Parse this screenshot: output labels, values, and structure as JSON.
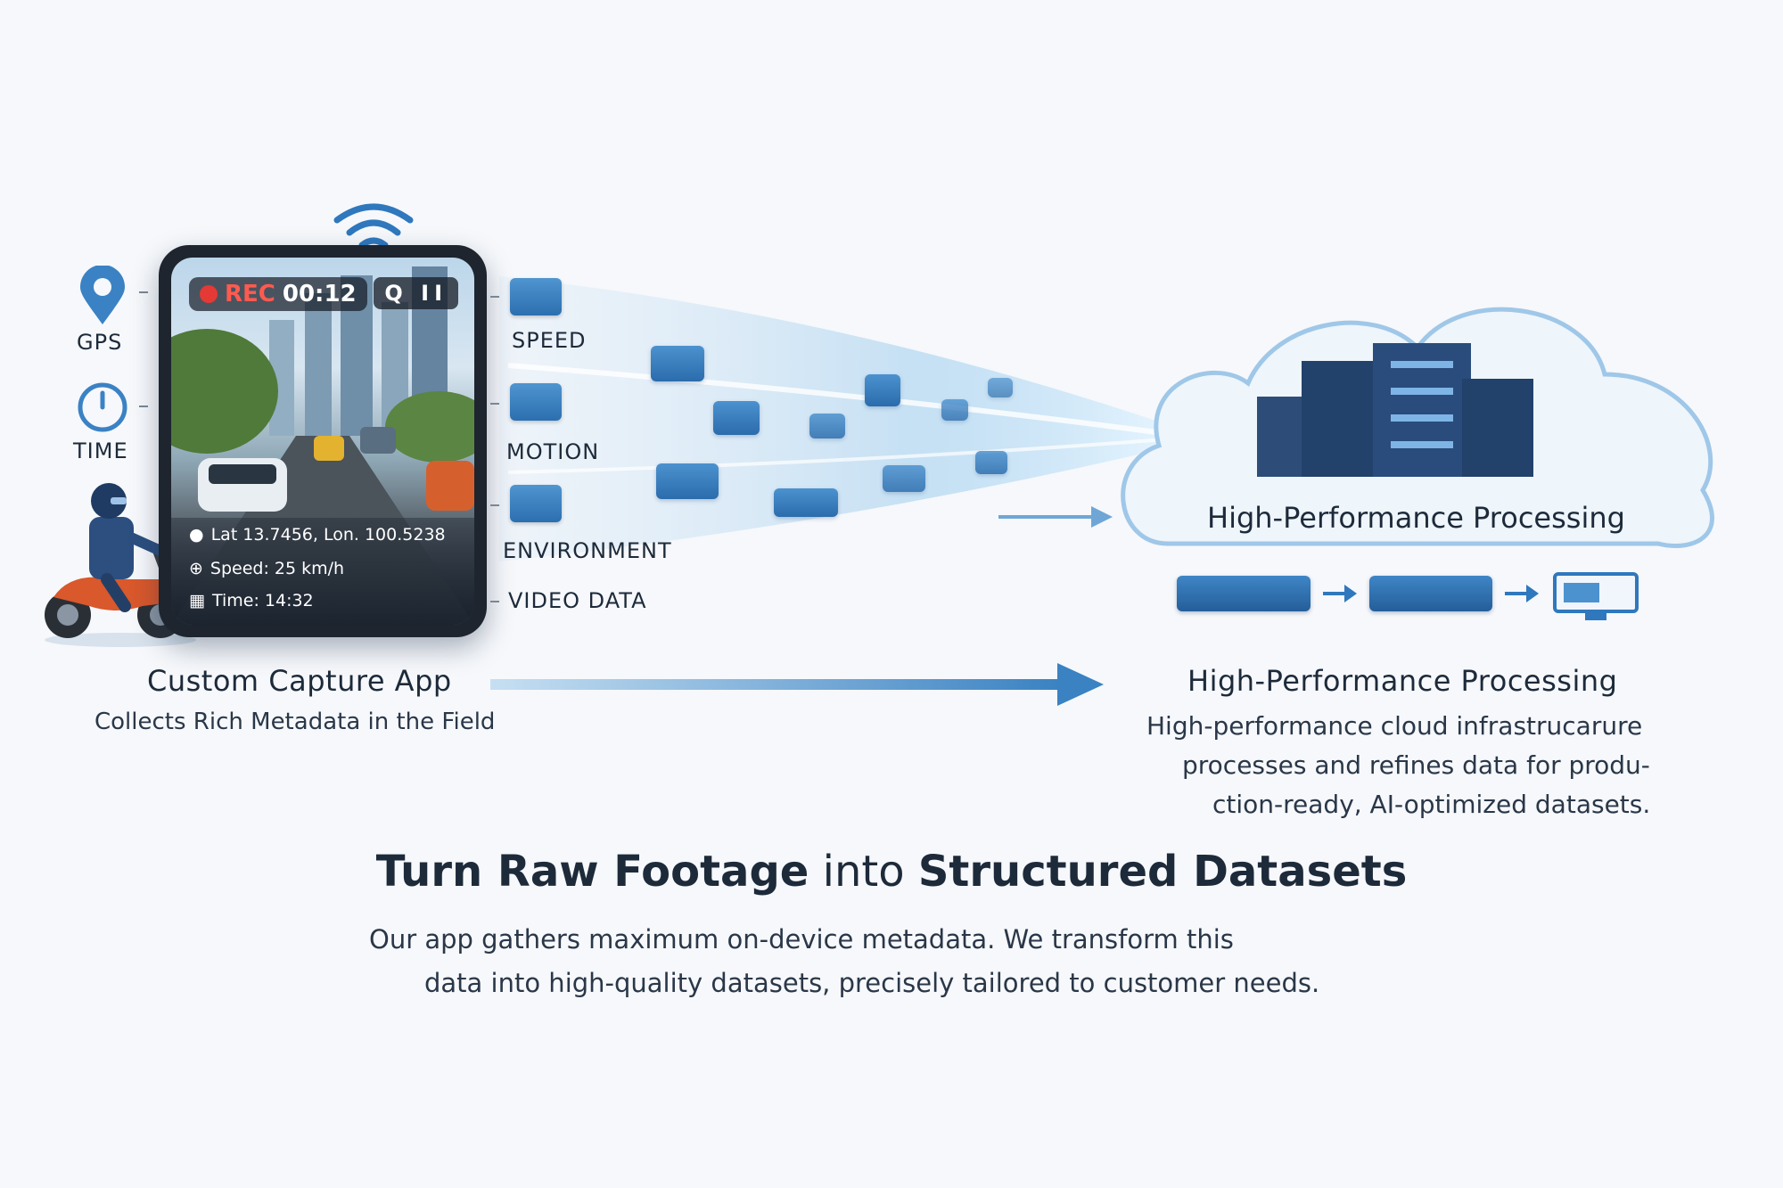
{
  "phone": {
    "rec_label": "REC",
    "rec_time": "00:12",
    "controls": "Q II",
    "lat_lon": "Lat 13.7456, Lon. 100.5238",
    "speed": "Speed: 25 km/h",
    "time": "Time: 14:32"
  },
  "left_labels": {
    "gps": "GPS",
    "time": "TIME"
  },
  "right_labels": {
    "speed": "SPEED",
    "motion": "MOTION",
    "environment": "ENVIRONMENT",
    "video_data": "VIDEO DATA"
  },
  "cloud": {
    "label": "High-Performance Processing"
  },
  "capture": {
    "title": "Custom Capture App",
    "subtitle": "Collects Rich Metadata in the Field"
  },
  "processing": {
    "title": "High-Performance Processing",
    "line1": "High-performance cloud infrastrucarure",
    "line2": "processes and refines data for produ-",
    "line3": "ction-ready, AI-optimized datasets."
  },
  "headline": {
    "part1": "Turn Raw Footage",
    "part2": "into",
    "part3": "Structured Datasets"
  },
  "description": {
    "line1": "Our app gathers maximum on-device metadata. We transform this",
    "line2": "data into high-quality datasets, precisely tailored to customer needs."
  },
  "colors": {
    "accent": "#2f78bd",
    "rec_red": "#e53935",
    "text": "#1d2a3a"
  }
}
